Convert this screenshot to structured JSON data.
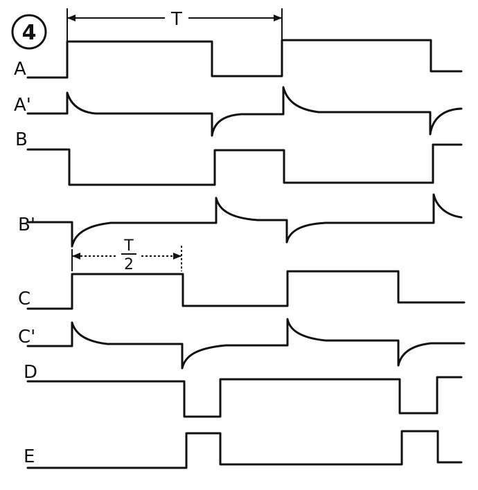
{
  "figure": {
    "number": "4"
  },
  "period": {
    "label": "T",
    "half_numerator": "T",
    "half_denominator": "2"
  },
  "signals": [
    {
      "id": "a",
      "label": "A",
      "kind": "square"
    },
    {
      "id": "a2",
      "label": "A'",
      "kind": "differentiated"
    },
    {
      "id": "b",
      "label": "B",
      "kind": "square-inverted"
    },
    {
      "id": "b2",
      "label": "B'",
      "kind": "differentiated"
    },
    {
      "id": "c",
      "label": "C",
      "kind": "square-half-period"
    },
    {
      "id": "c2",
      "label": "C'",
      "kind": "differentiated"
    },
    {
      "id": "d",
      "label": "D",
      "kind": "negative-pulses"
    },
    {
      "id": "e",
      "label": "E",
      "kind": "positive-pulses"
    }
  ]
}
